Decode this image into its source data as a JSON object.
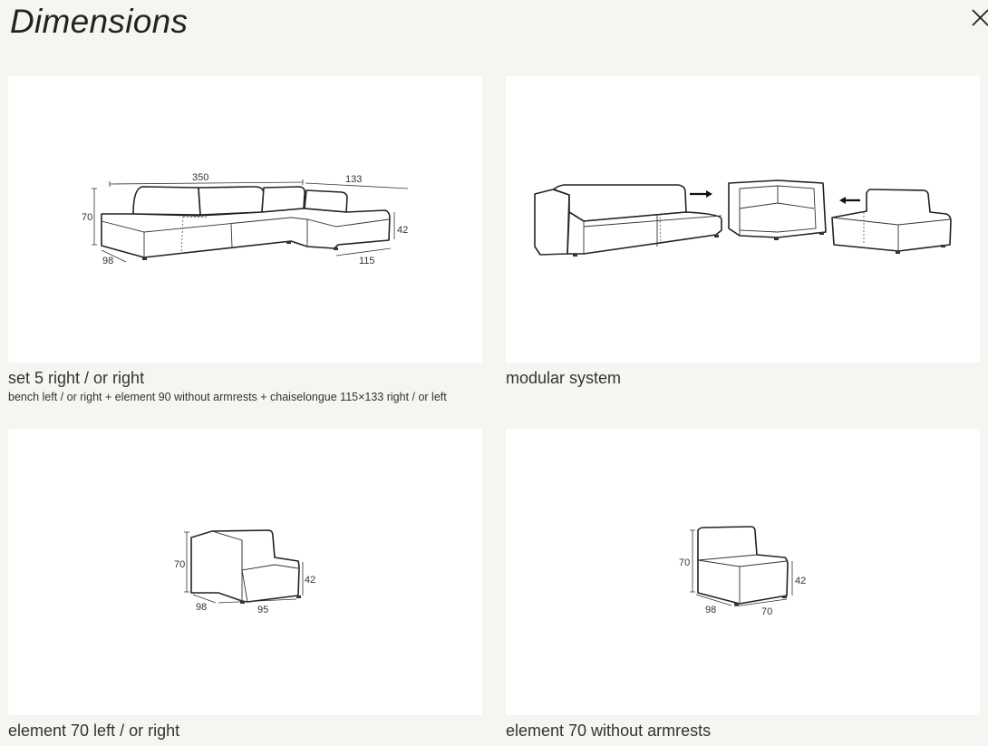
{
  "page": {
    "title": "Dimensions"
  },
  "icons": {
    "close": "close-icon"
  },
  "items": [
    {
      "caption": "set 5 right / or right",
      "subcaption": "bench left / or right + element 90 without armrests + chaiselongue 115×133 right / or left",
      "dims": {
        "width": "350",
        "depth": "98",
        "height": "70",
        "seat": "42",
        "chaise_length": "133",
        "chaise_depth": "115"
      }
    },
    {
      "caption": "modular system"
    },
    {
      "caption": "element 70 left / or right",
      "dims": {
        "height": "70",
        "seat": "42",
        "depth": "98",
        "width": "95"
      }
    },
    {
      "caption": "element 70 without armrests",
      "dims": {
        "height": "70",
        "seat": "42",
        "depth": "98",
        "width": "70"
      }
    }
  ]
}
